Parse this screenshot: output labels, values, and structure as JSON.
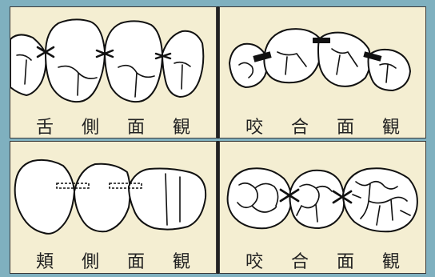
{
  "panels": {
    "top_left": {
      "label": "舌 側 面 観"
    },
    "top_right": {
      "label": "咬 合 面 観"
    },
    "bottom_left": {
      "label": "頬 側 面 観"
    },
    "bottom_right": {
      "label": "咬 合 面 観"
    }
  },
  "colors": {
    "background": "#7fb0bf",
    "panel": "#f4eed2",
    "tooth_fill": "#ffffff",
    "outline": "#111111"
  }
}
